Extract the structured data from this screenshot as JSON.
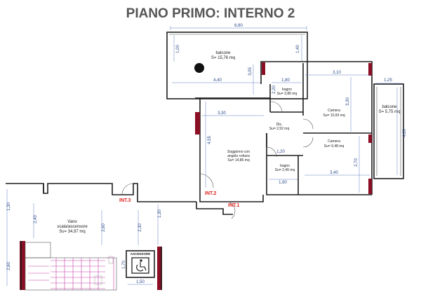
{
  "title": "PIANO PRIMO: INTERNO 2",
  "rooms": {
    "balcony_top": {
      "name": "balcone",
      "area": "S= 15,76 mq"
    },
    "balcony_right": {
      "name": "balcone",
      "area": "S= 5,75 mq"
    },
    "bagno_top": {
      "name": "bagno",
      "area": "Su= 3,86 mq"
    },
    "camera_top": {
      "name": "Camera",
      "area": "Su= 10,93 mq"
    },
    "camera_bottom": {
      "name": "Camera",
      "area": "Su= 9,48 mq"
    },
    "dis": {
      "name": "Dis.",
      "area": "Su= 2,52 mq"
    },
    "soggiorno": {
      "name1": "Soggiorno con",
      "name2": "angolo cottura",
      "area": "Su= 14,86 mq"
    },
    "bagno_small": {
      "name": "bagno",
      "area": "Su= 2,40 mq"
    },
    "vano": {
      "name1": "Vano",
      "name2": "scala/ascensore",
      "area": "Su= 34,97 mq"
    },
    "ascensore": {
      "name": "ASCENSORE"
    }
  },
  "markers": {
    "int1": "INT.1",
    "int2": "INT.2",
    "int3": "INT.3"
  },
  "dimensions": {
    "top_width": "6,80",
    "balcony_left_h": "1,00",
    "balcony_right_h": "1,40",
    "balcony_inner_w": "4,40",
    "balcony_mid_h": "3,05",
    "bagno_w": "1,80",
    "bagno_h": "2,20",
    "camera_top_w": "3,10",
    "camera_top_h": "3,30",
    "balcony_r_w": "1,25",
    "balcony_r_h": "4,60",
    "soggiorno_w": "3,30",
    "soggiorno_h": "4,55",
    "dis_w": "1,20",
    "bagno_small_w": "1,90",
    "camera_bot_w": "3,40",
    "camera_bot_h": "2,70",
    "left_1": "1,30",
    "left_2": "2,40",
    "left_3": "2,60",
    "left_4": "2,60",
    "mid_1": "1,30",
    "mid_2": "2,30",
    "asc_w": "1,50",
    "asc_h": "1,70"
  }
}
